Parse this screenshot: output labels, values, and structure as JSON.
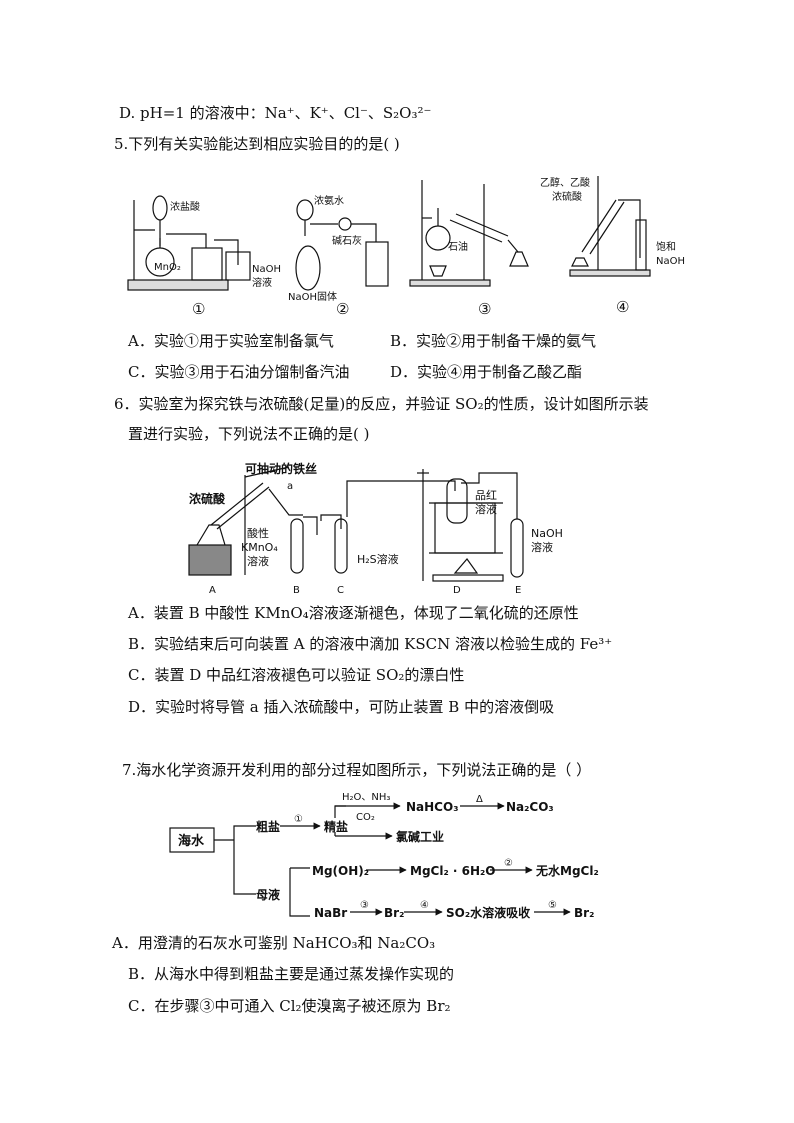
{
  "q4": {
    "optD": "D. pH=1 的溶液中：Na⁺、K⁺、Cl⁻、S₂O₃²⁻"
  },
  "q5": {
    "stem": "5.下列有关实验能达到相应实验目的的是(     )",
    "fig": {
      "l1a": "浓盐酸",
      "l1b": "MnO₂",
      "l1c": "NaOH",
      "l1d": "溶液",
      "n1": "①",
      "l2a": "浓氨水",
      "l2b": "碱石灰",
      "l2c": "NaOH固体",
      "n2": "②",
      "l3a": "石油",
      "n3": "③",
      "l4a": "乙醇、乙酸",
      "l4b": "浓硫酸",
      "l4c": "饱和",
      "l4d": "NaOH",
      "n4": "④"
    },
    "optA": "A．实验①用于实验室制备氯气",
    "optB": "B．实验②用于制备干燥的氨气",
    "optC": "C．实验③用于石油分馏制备汽油",
    "optD": "D．实验④用于制备乙酸乙酯"
  },
  "q6": {
    "stem1": "6．实验室为探究铁与浓硫酸(足量)的反应，并验证 SO₂的性质，设计如图所示装",
    "stem2": "置进行实验，下列说法不正确的是(     )",
    "fig": {
      "wire": "可抽动的铁丝",
      "acid": "浓硫酸",
      "a": "a",
      "kmno1": "酸性",
      "kmno2": "KMnO₄",
      "kmno3": "溶液",
      "h2s": "H₂S溶液",
      "pin1": "品红",
      "pin2": "溶液",
      "naoh1": "NaOH",
      "naoh2": "溶液",
      "A": "A",
      "B": "B",
      "C": "C",
      "D": "D",
      "E": "E"
    },
    "optA": "A．装置 B 中酸性 KMnO₄溶液逐渐褪色，体现了二氧化硫的还原性",
    "optB": "B．实验结束后可向装置 A 的溶液中滴加 KSCN 溶液以检验生成的 Fe³⁺",
    "optC": "C．装置 D 中品红溶液褪色可以验证 SO₂的漂白性",
    "optD": "D．实验时将导管 a 插入浓硫酸中，可防止装置 B 中的溶液倒吸"
  },
  "q7": {
    "stem": "7.海水化学资源开发利用的部分过程如图所示，下列说法正确的是（     ）",
    "fig": {
      "sea": "海水",
      "crude": "粗盐",
      "s1": "①",
      "fine": "精盐",
      "h2o": "H₂O、NH₃",
      "co2": "CO₂",
      "nahco3": "NaHCO₃",
      "delta": "Δ",
      "na2co3": "Na₂CO₃",
      "chlor": "氯碱工业",
      "mother": "母液",
      "mgoh": "Mg(OH)₂",
      "mgcl": "MgCl₂ · 6H₂O",
      "s2": "②",
      "anh": "无水MgCl₂",
      "nabr": "NaBr",
      "s3": "③",
      "br2a": "Br₂",
      "s4": "④",
      "so2": "SO₂水溶液吸收",
      "s5": "⑤",
      "br2b": "Br₂"
    },
    "optA": "A．用澄清的石灰水可鉴别 NaHCO₃和 Na₂CO₃",
    "optB": "B．从海水中得到粗盐主要是通过蒸发操作实现的",
    "optC": "C．在步骤③中可通入 Cl₂使溴离子被还原为 Br₂"
  }
}
